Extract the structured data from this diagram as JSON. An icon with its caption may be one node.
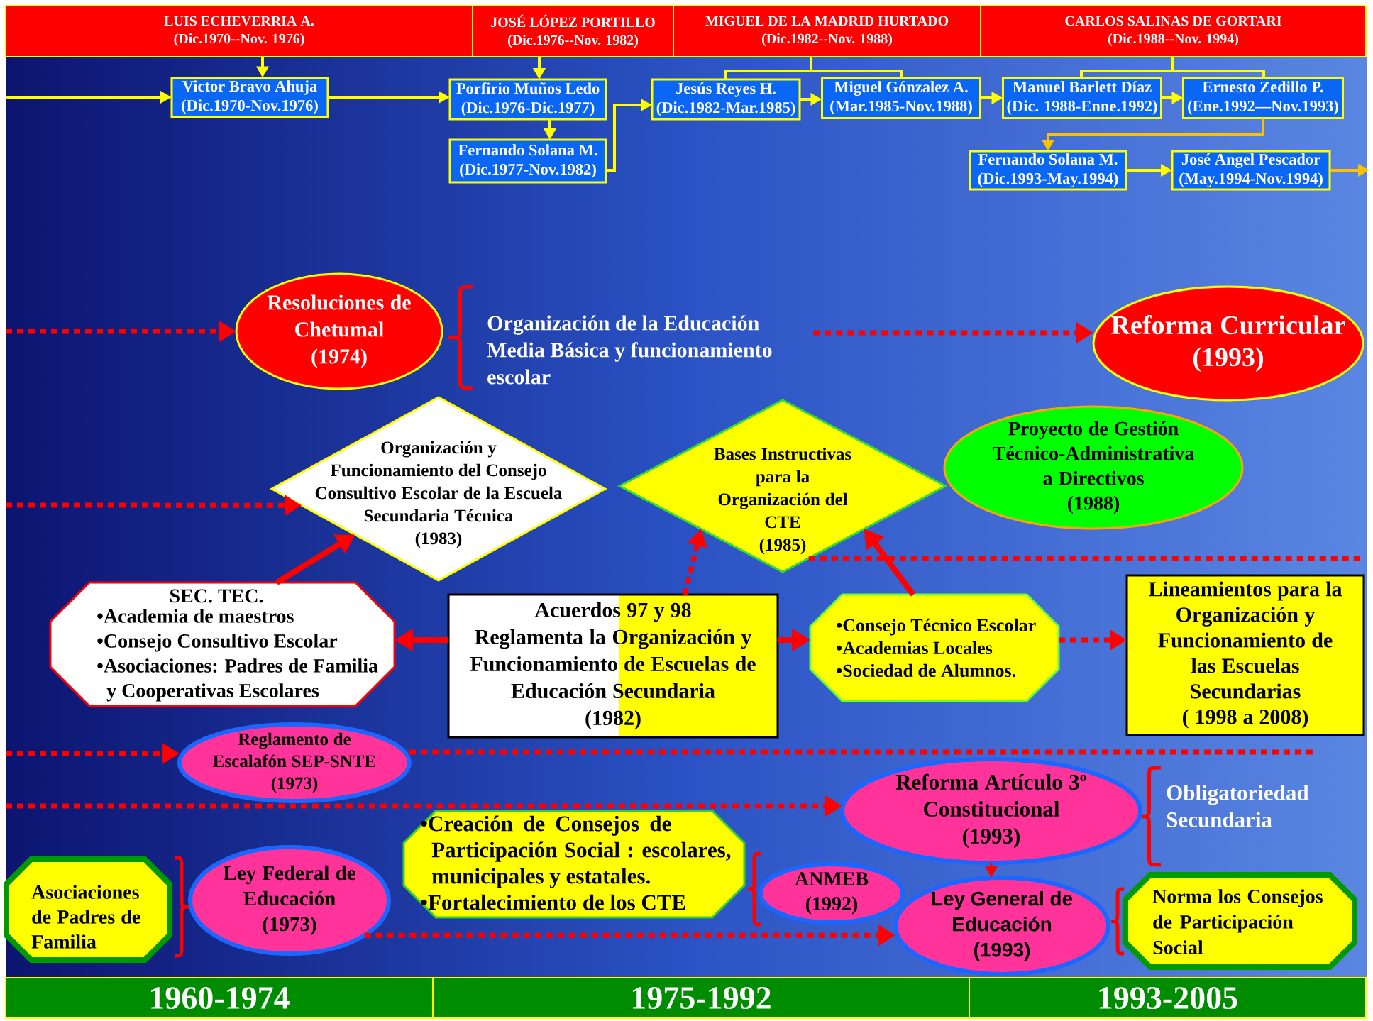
{
  "diagram": {
    "nodes": [
      {
        "text": [
          "LUIS ECHEVERRIA A.",
          "(Dic.1970--Nov. 1976)"
        ]
      },
      {
        "text": [
          "JOSÉ LÓPEZ PORTILLO",
          "(Dic.1976--Nov. 1982)"
        ]
      },
      {
        "text": [
          "MIGUEL DE LA MADRID HURTADO",
          "(Dic.1982--Nov. 1988)"
        ]
      },
      {
        "text": [
          "CARLOS SALINAS DE GORTARI",
          "(Dic.1988--Nov. 1994)"
        ]
      },
      {
        "text": [
          "Victor Bravo Ahuja",
          "(Dic.1970-Nov.1976)"
        ]
      },
      {
        "text": [
          "Porfirio Muños Ledo",
          "(Dic.1976-Dic.1977)"
        ]
      },
      {
        "text": [
          "Jesús Reyes H.",
          "(Dic.1982-Mar.1985)"
        ]
      },
      {
        "text": [
          "Miguel Gónzalez A.",
          "(Mar.1985-Nov.1988)"
        ]
      },
      {
        "text": [
          "Manuel Barlett Díaz",
          "(Dic. 1988-Enne.1992)"
        ]
      },
      {
        "text": [
          "Ernesto Zedillo P.",
          "(Ene.1992—Nov.1993)"
        ]
      },
      {
        "text": [
          "Fernando Solana M.",
          "(Dic.1977-Nov.1982)"
        ]
      },
      {
        "text": [
          "Fernando Solana M.",
          "(Dic.1993-May.1994)"
        ]
      },
      {
        "text": [
          "José Angel Pescador",
          "(May.1994-Nov.1994)"
        ]
      },
      {
        "text": [
          "Resoluciones de Chetumal (1974)"
        ]
      },
      {
        "text": [
          "Organización de la Educación Media Básica y funcionamiento escolar"
        ]
      },
      {
        "text": [
          "Reforma Curricular (1993)"
        ]
      },
      {
        "text": [
          "Organización y Funcionamiento del Consejo Consultivo Escolar de la Escuela Secundaria Técnica (1983)"
        ]
      },
      {
        "text": [
          "Bases Instructivas para la Organización del CTE (1985)"
        ]
      },
      {
        "text": [
          "Proyecto de Gestión Técnico-Administrativa a Directivos (1988)"
        ]
      },
      {
        "text": [
          "SEC. TEC.",
          "•Academia de maestros",
          "•Consejo Consultivo Escolar",
          "•Asociaciones: Padres de Familia y Cooperativas Escolares"
        ]
      },
      {
        "text": [
          "Acuerdos 97 y 98 Reglamenta la Organización y Funcionamiento de Escuelas de Educación Secundaria (1982)"
        ]
      },
      {
        "text": [
          "•Consejo Técnico Escolar",
          "•Academias Locales",
          "•Sociedad de Alumnos."
        ]
      },
      {
        "text": [
          "Lineamientos para la Organización y Funcionamiento de las Escuelas Secundarias ( 1998 a 2008)"
        ]
      },
      {
        "text": [
          "Reglamento de Escalafón SEP-SNTE (1973)"
        ]
      },
      {
        "text": [
          "Reforma Artículo 3º Constitucional (1993)"
        ],
        "beside": [
          "Obligatoriedad Secundaria"
        ]
      },
      {
        "text": [
          "•Creación de Consejos de Participación Social : escolares, municipales y estatales.",
          "•Fortalecimiento de los CTE"
        ]
      },
      {
        "text": [
          "Asociaciones de Padres de Familia"
        ]
      },
      {
        "text": [
          "Ley Federal de Educación (1973)"
        ]
      },
      {
        "text": [
          "ANMEB (1992)"
        ]
      },
      {
        "text": [
          "Ley General de Educación (1993)"
        ]
      },
      {
        "text": [
          "Norma los Consejos de Participación Social"
        ]
      },
      {
        "text": [
          "1960-1974"
        ]
      },
      {
        "text": [
          "1975-1992"
        ]
      },
      {
        "text": [
          "1993-2005"
        ]
      }
    ],
    "edges": [
      {
        "from": null,
        "to": 4,
        "arrow": "to",
        "color": "#ffff00"
      },
      {
        "from": 0,
        "to": 4,
        "arrow": "to",
        "color": "#ffff00"
      },
      {
        "from": 4,
        "to": 5,
        "arrow": "to",
        "color": "#ffff00"
      },
      {
        "from": 1,
        "to": 5,
        "arrow": "to",
        "color": "#ffff00"
      },
      {
        "from": 5,
        "to": 10,
        "arrow": "to",
        "color": "#ffff00"
      },
      {
        "from": 10,
        "to": 6,
        "arrow": "to",
        "color": "#ffff00"
      },
      {
        "from": 2,
        "to": 6,
        "arrow": "none",
        "color": "#ffff00"
      },
      {
        "from": 2,
        "to": 7,
        "arrow": "none",
        "color": "#ffff00"
      },
      {
        "from": 6,
        "to": 7,
        "arrow": "to",
        "color": "#ffff00"
      },
      {
        "from": 7,
        "to": 8,
        "arrow": "to",
        "color": "#ffff00"
      },
      {
        "from": 3,
        "to": 8,
        "arrow": "none",
        "color": "#ffff00"
      },
      {
        "from": 3,
        "to": 9,
        "arrow": "none",
        "color": "#ffff00"
      },
      {
        "from": 8,
        "to": 9,
        "arrow": "to",
        "color": "#ffff00"
      },
      {
        "from": 9,
        "to": 11,
        "arrow": "to",
        "color": "#ffc000"
      },
      {
        "from": 11,
        "to": 12,
        "arrow": "to",
        "color": "#ffff00"
      },
      {
        "from": 12,
        "to": null,
        "arrow": "to",
        "color": "#ffc000"
      },
      {
        "from": null,
        "to": 13,
        "arrow": "to",
        "style": "dashed"
      },
      {
        "from": 14,
        "to": 15,
        "arrow": "to",
        "style": "dashed"
      },
      {
        "from": null,
        "to": 16,
        "arrow": "to",
        "style": "dashed"
      },
      {
        "from": 20,
        "to": 19,
        "arrow": "to",
        "style": "thick"
      },
      {
        "from": 19,
        "to": 16,
        "arrow": "to",
        "style": "thick"
      },
      {
        "from": 20,
        "to": 17,
        "arrow": "to",
        "style": "dashed"
      },
      {
        "from": 20,
        "to": 21,
        "arrow": "to",
        "style": "thick"
      },
      {
        "from": 21,
        "to": 17,
        "arrow": "to",
        "style": "thick"
      },
      {
        "from": 21,
        "to": 22,
        "arrow": "to",
        "style": "dashed"
      },
      {
        "from": 17,
        "to": null,
        "arrow": "none",
        "style": "dashed"
      },
      {
        "from": null,
        "to": 23,
        "arrow": "to",
        "style": "dashed"
      },
      {
        "from": 23,
        "to": null,
        "arrow": "none",
        "style": "dashed"
      },
      {
        "from": null,
        "to": 24,
        "arrow": "to",
        "style": "dashed"
      },
      {
        "from": 24,
        "to": 29,
        "arrow": "to"
      },
      {
        "from": 27,
        "to": 29,
        "arrow": "to",
        "style": "dashed"
      }
    ]
  }
}
